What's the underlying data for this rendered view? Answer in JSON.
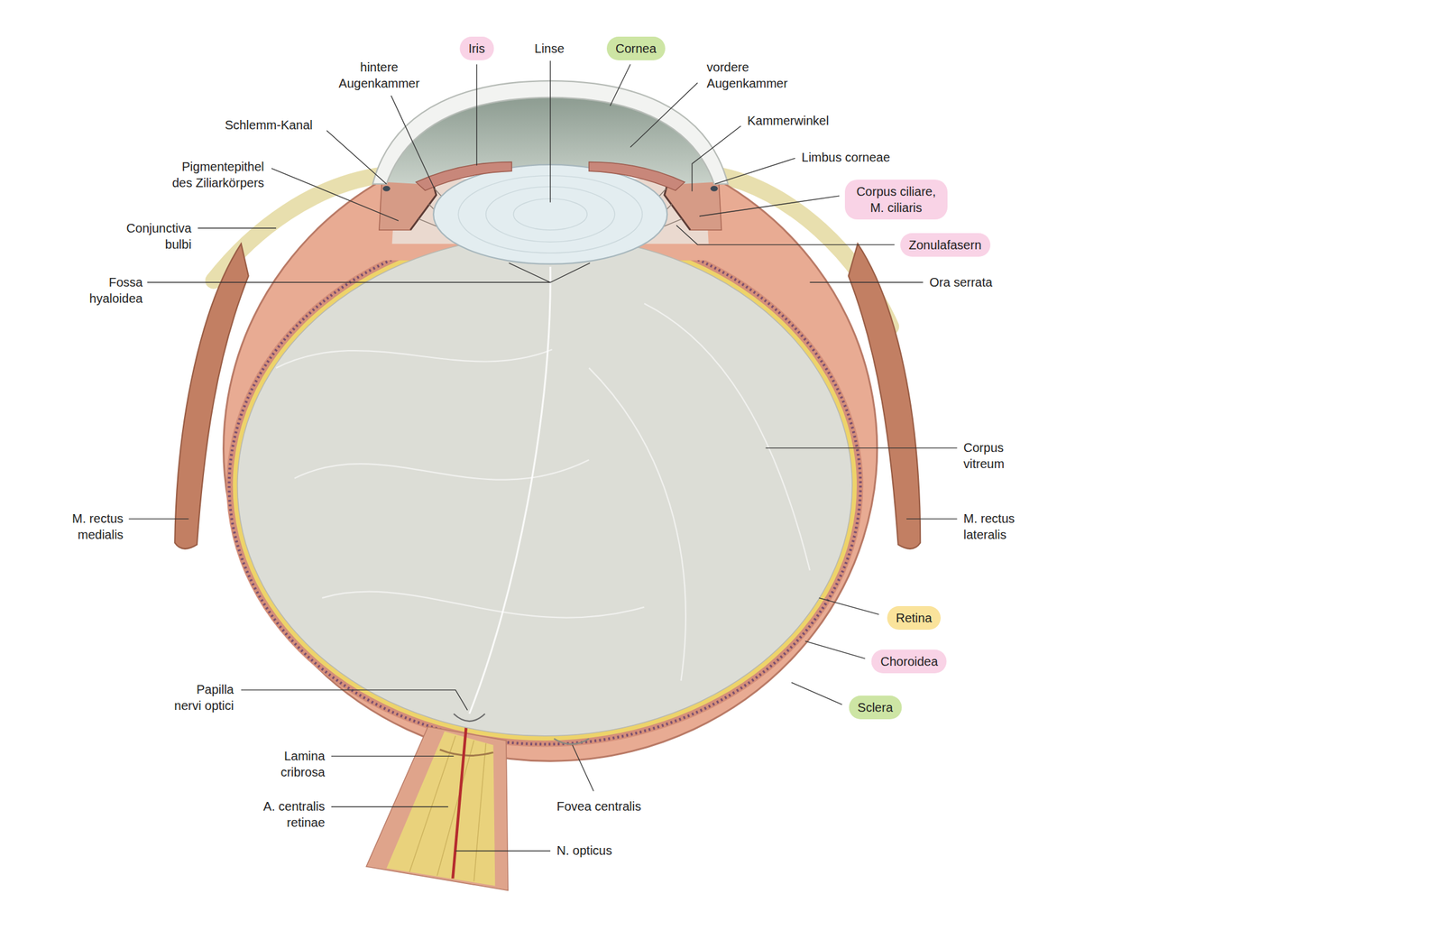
{
  "diagram": {
    "nodes": [
      {
        "text": [
          "Iris"
        ]
      },
      {
        "text": [
          "Cornea"
        ]
      },
      {
        "text": [
          "Corpus ciliare, M. ciliaris"
        ]
      },
      {
        "text": [
          "Zonulafasern"
        ]
      },
      {
        "text": [
          "Retina"
        ]
      },
      {
        "text": [
          "Choroidea"
        ]
      },
      {
        "text": [
          "Sclera"
        ]
      }
    ],
    "labels": [
      "hintere Augenkammer",
      "Linse",
      "vordere Augenkammer",
      "Schlemm-Kanal",
      "Kammerwinkel",
      "Limbus corneae",
      "Pigmentepithel des Ziliarkörpers",
      "Conjunctiva bulbi",
      "Fossa hyaloidea",
      "Ora serrata",
      "Corpus vitreum",
      "M. rectus medialis",
      "M. rectus lateralis",
      "Papilla nervi optici",
      "Lamina cribrosa",
      "A. centralis retinae",
      "Fovea centralis",
      "N. opticus"
    ]
  }
}
